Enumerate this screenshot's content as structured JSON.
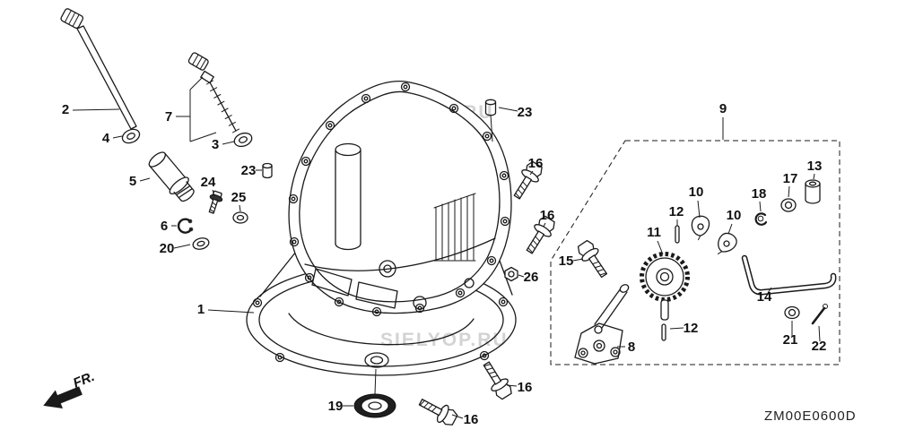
{
  "diagram": {
    "code": "ZM00E0600D",
    "fr_label": "FR.",
    "watermark": "SIELYOP.RU"
  },
  "callouts": {
    "n1": "1",
    "n2": "2",
    "n3": "3",
    "n4": "4",
    "n5": "5",
    "n6": "6",
    "n7": "7",
    "n8": "8",
    "n9": "9",
    "n10": "10",
    "n11": "11",
    "n12": "12",
    "n13": "13",
    "n14": "14",
    "n15": "15",
    "n16": "16",
    "n17": "17",
    "n18": "18",
    "n19": "19",
    "n20": "20",
    "n21": "21",
    "n22": "22",
    "n23": "23",
    "n24": "24",
    "n25": "25",
    "n26": "26"
  }
}
